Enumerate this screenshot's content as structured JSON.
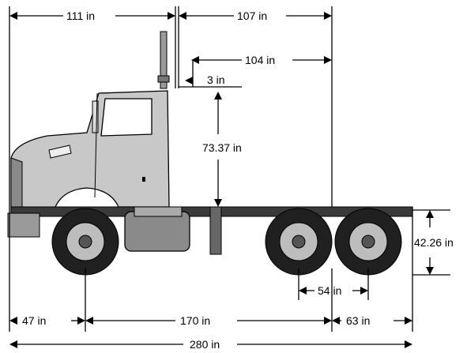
{
  "diagram": {
    "dimensions": {
      "front_to_cab_back": "111 in",
      "cab_back_to_axle": "107 in",
      "cab_back_to_axle_inner": "104 in",
      "cab_clearance": "3 in",
      "cab_height_above_frame": "73.37 in",
      "frame_height": "42.26 in",
      "tandem_spacing": "54 in",
      "front_overhang": "47 in",
      "wheelbase": "170 in",
      "rear_overhang": "63 in",
      "overall_length": "280 in"
    },
    "colors": {
      "line": "#000000",
      "body_gray": "#c8c8c8",
      "frame_dark": "#3a3a3a",
      "tire_dark": "#202020"
    },
    "icons": {
      "truck": "semi-truck-side-view-icon",
      "arrow": "dimension-arrow-icon"
    }
  }
}
